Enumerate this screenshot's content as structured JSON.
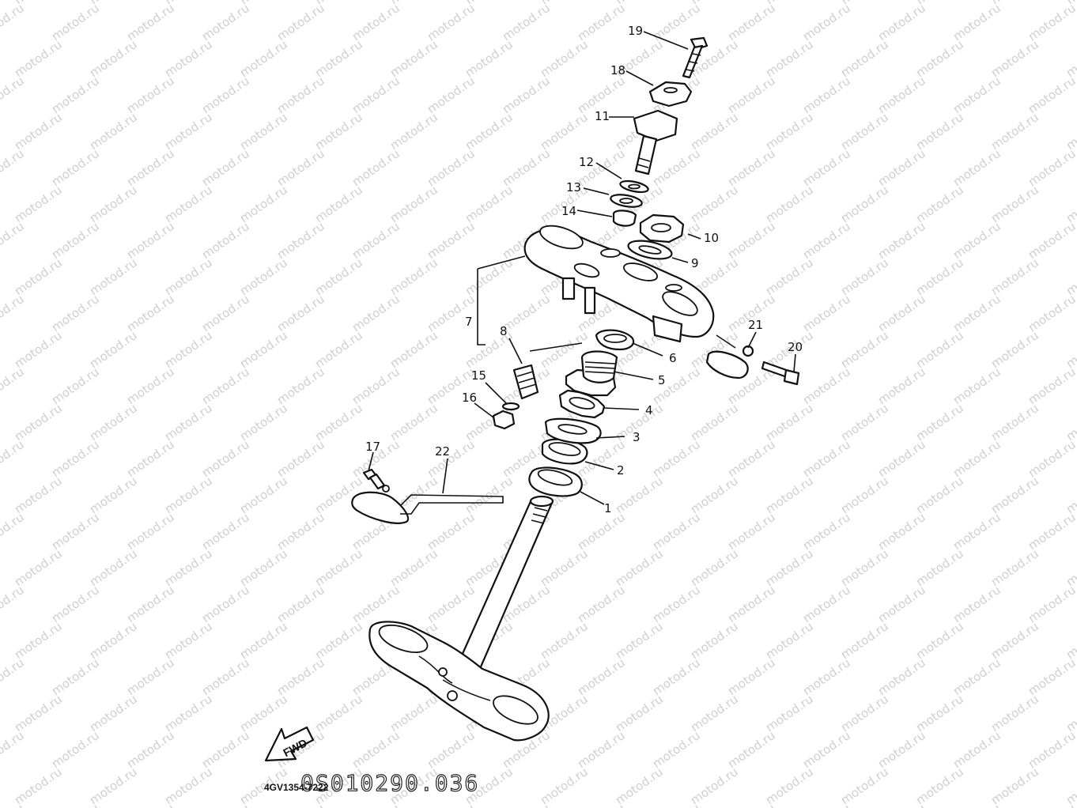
{
  "watermark": "motod.ru",
  "callouts": {
    "c1": "1",
    "c2": "2",
    "c3": "3",
    "c4": "4",
    "c5": "5",
    "c6": "6",
    "c7": "7",
    "c8": "8",
    "c9": "9",
    "c10": "10",
    "c11": "11",
    "c12": "12",
    "c13": "13",
    "c14": "14",
    "c15": "15",
    "c16": "16",
    "c17": "17",
    "c18": "18",
    "c19": "19",
    "c20": "20",
    "c21": "21",
    "c22": "22"
  },
  "direction_label": "FWD",
  "diagram_code": "4GV1354-7222",
  "catalog_number": "0S010290.036",
  "colors": {
    "line": "#111111",
    "watermark": "#cfcfcf",
    "background": "#ffffff"
  }
}
